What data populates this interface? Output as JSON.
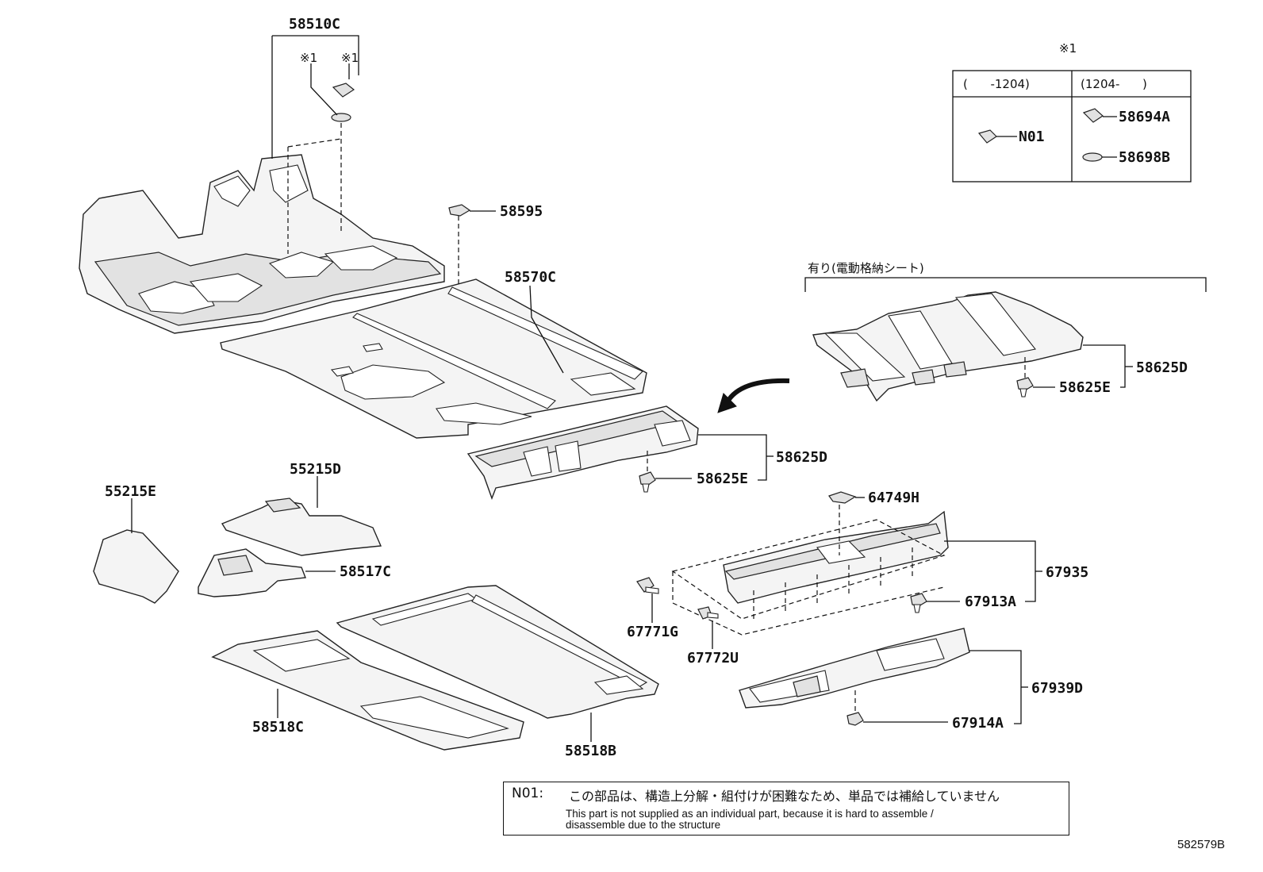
{
  "parts": {
    "p58510C": "58510C",
    "p58595": "58595",
    "p58570C": "58570C",
    "p58625D_a": "58625D",
    "p58625E_a": "58625E",
    "p58625D_b": "58625D",
    "p58625E_b": "58625E",
    "p55215D": "55215D",
    "p55215E": "55215E",
    "p58517C": "58517C",
    "p64749H": "64749H",
    "p67935": "67935",
    "p67913A": "67913A",
    "p67771G": "67771G",
    "p67772U": "67772U",
    "p67939D": "67939D",
    "p67914A": "67914A",
    "p58518C": "58518C",
    "p58518B": "58518B"
  },
  "markers": {
    "note_mark_a": "※1",
    "note_mark_b": "※1",
    "note_mark_table": "※1"
  },
  "option_label": "有り(電動格納シート)",
  "variant_table": {
    "col1_header": "(      -1204)",
    "col2_header": "(1204-      )",
    "col1_part": "N01",
    "col2_part_a": "58694A",
    "col2_part_b": "58698B"
  },
  "note": {
    "label": "N01:",
    "text_jp": "この部品は、構造上分解・組付けが困難なため、単品では補給していません",
    "text_en_line1": "This part is not supplied as an individual part, because it is hard to assemble /",
    "text_en_line2": "disassemble due to the structure"
  },
  "figure_number": "582579B"
}
